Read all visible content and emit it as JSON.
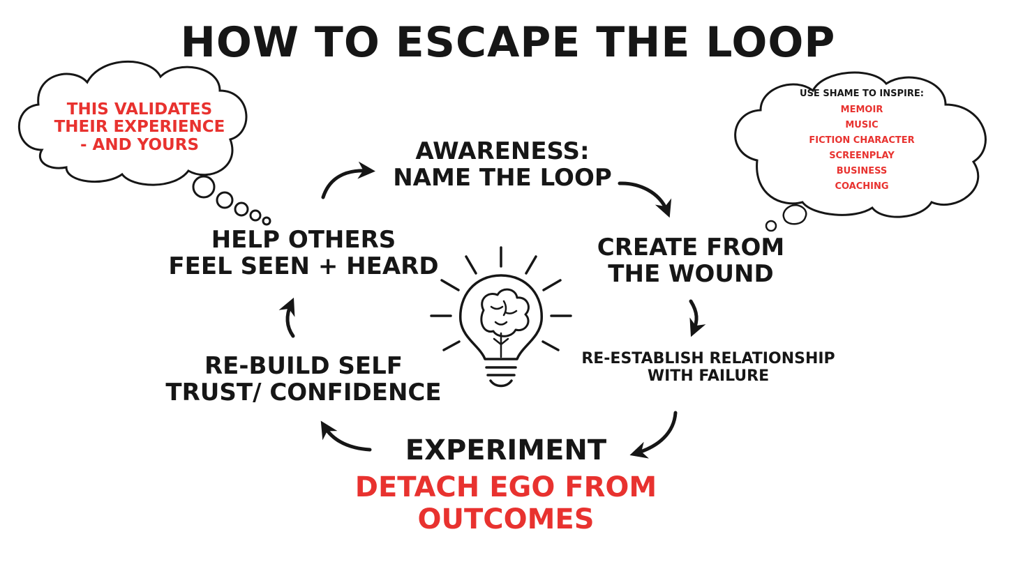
{
  "title": "HOW TO ESCAPE THE LOOP",
  "steps": {
    "awareness": [
      "AWARENESS:",
      "NAME THE LOOP"
    ],
    "create": [
      "CREATE FROM",
      "THE WOUND"
    ],
    "reestablish": [
      "RE-ESTABLISH RELATIONSHIP",
      "WITH FAILURE"
    ],
    "experiment": "EXPERIMENT",
    "detach": [
      "DETACH EGO FROM",
      "OUTCOMES"
    ],
    "rebuild": [
      "RE-BUILD SELF",
      "TRUST/ CONFIDENCE"
    ],
    "help": [
      "HELP OTHERS",
      "FEEL SEEN + HEARD"
    ]
  },
  "bubble_left": [
    "THIS VALIDATES",
    "THEIR EXPERIENCE",
    "- AND YOURS"
  ],
  "cloud_right": {
    "heading": "USE SHAME TO INSPIRE:",
    "items": [
      "MEMOIR",
      "MUSIC",
      "FICTION CHARACTER",
      "SCREENPLAY",
      "BUSINESS",
      "COACHING"
    ]
  },
  "colors": {
    "ink": "#161616",
    "accent": "#e8322f"
  },
  "icons": {
    "center": "lightbulb-brain-icon"
  }
}
